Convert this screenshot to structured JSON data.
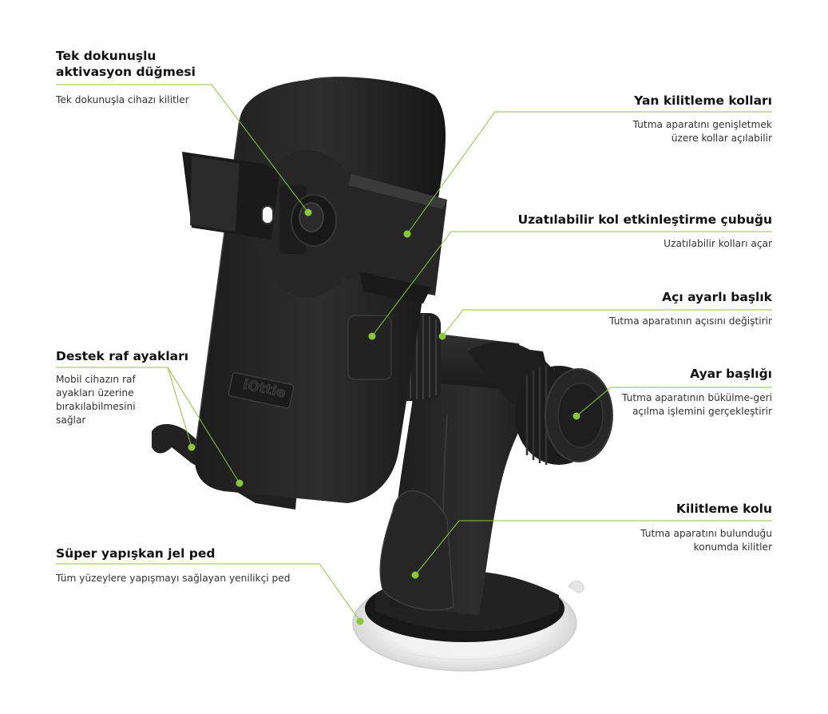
{
  "accent_color": "#8cc63f",
  "product_logo_text": "iOttie",
  "callouts": {
    "one_touch": {
      "title_line1": "Tek dokunuşlu",
      "title_line2": "aktivasyon düğmesi",
      "desc": "Tek dokunuşla cihazı kilitler"
    },
    "side_arms": {
      "title": "Yan kilitleme kolları",
      "desc_line1": "Tutma aparatını genişletmek",
      "desc_line2": "üzere kollar açılabilir"
    },
    "extend_bar": {
      "title": "Uzatılabilir kol etkinleştirme çubuğu",
      "desc": "Uzatılabilir kolları açar"
    },
    "angle_head": {
      "title": "Açı ayarlı başlık",
      "desc": "Tutma aparatının açısını değiştirir"
    },
    "adjust_knob": {
      "title": "Ayar başlığı",
      "desc_line1": "Tutma aparatının bükülme-geri",
      "desc_line2": "açılma işlemini gerçekleştirir"
    },
    "support_feet": {
      "title": "Destek raf ayakları",
      "desc_line1": "Mobil cihazın raf",
      "desc_line2": "ayakları üzerine",
      "desc_line3": "bırakılabilmesini",
      "desc_line4": "sağlar"
    },
    "lock_lever": {
      "title": "Kilitleme kolu",
      "desc_line1": "Tutma aparatını bulunduğu",
      "desc_line2": "konumda kilitler"
    },
    "gel_pad": {
      "title": "Süper yapışkan jel ped",
      "desc": "Tüm yüzeylere yapışmayı sağlayan yenilikçi ped"
    }
  }
}
